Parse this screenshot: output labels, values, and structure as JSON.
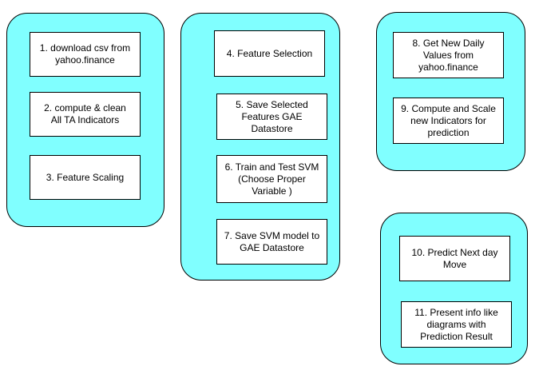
{
  "colors": {
    "group_fill": "#80ffff",
    "box_fill": "#ffffff",
    "border": "#000000"
  },
  "diagram": {
    "group1": {
      "steps": [
        "1. download csv from\nyahoo.finance",
        "2. compute & clean\nAll TA Indicators",
        "3. Feature Scaling"
      ]
    },
    "group2": {
      "steps": [
        "4. Feature Selection",
        "5. Save Selected\nFeatures GAE\nDatastore",
        "6. Train and Test SVM\n(Choose Proper\nVariable )",
        "7. Save SVM model to\nGAE Datastore"
      ]
    },
    "group3": {
      "steps": [
        "8. Get New Daily\nValues from\nyahoo.finance",
        "9. Compute and Scale\nnew Indicators for\nprediction"
      ]
    },
    "group4": {
      "steps": [
        "10. Predict Next day\nMove",
        "11. Present info like\ndiagrams with\nPrediction Result"
      ]
    }
  }
}
